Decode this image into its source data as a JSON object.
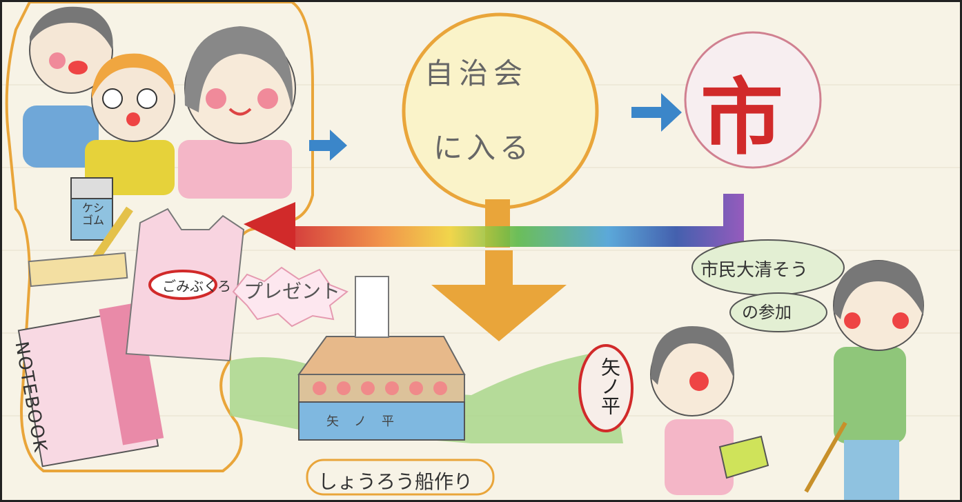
{
  "labels": {
    "jichikai_line1": "自治会",
    "jichikai_line2": "に入る",
    "city": "市",
    "eraser": "ケシゴム",
    "garbage_bag": "ごみぶくろ",
    "present": "プレゼント",
    "notebook": "NOTEBOOK",
    "yahei": "矢ノ平",
    "boat_text": "矢ノ平",
    "cleanup_line1": "市民大清そう",
    "cleanup_line2": "の参加",
    "lantern_boat": "しょうろう船作り"
  },
  "colors": {
    "frame": "#e9a53a",
    "arrow_blue": "#3b86c9",
    "arrow_red": "#d42a2a",
    "arrow_orange": "#e9a53a",
    "city_red": "#d12a2a"
  }
}
